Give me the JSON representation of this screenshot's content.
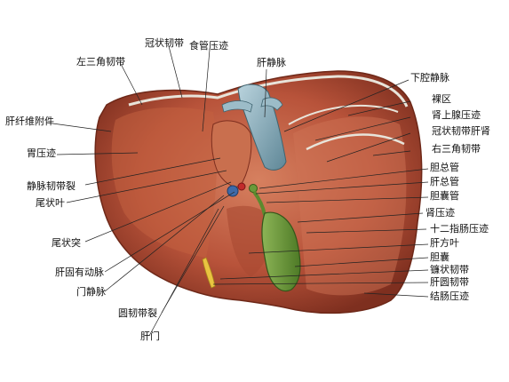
{
  "labels": {
    "coronary_ligament": "冠状韧带",
    "left_triangular_ligament": "左三角韧带",
    "esophageal_impression": "食管压迹",
    "hepatic_veins": "肝静脉",
    "inferior_vena_cava": "下腔静脉",
    "bare_area": "裸区",
    "suprarenal_impression": "肾上腺压迹",
    "hepatorenal_coronary_ligament": "冠状韧带肝肾",
    "right_triangular_ligament": "右三角韧带",
    "fibrous_appendix": "肝纤维附件",
    "gastric_impression": "胃压迹",
    "fissure_ligamentum_venosum": "静脉韧带裂",
    "caudate_lobe": "尾状叶",
    "caudate_process": "尾状突",
    "proper_hepatic_artery": "肝固有动脉",
    "portal_vein": "门静脉",
    "fissure_ligamentum_teres": "圆韧带裂",
    "porta_hepatis": "肝门",
    "common_bile_duct": "胆总管",
    "common_hepatic_duct": "肝总管",
    "cystic_duct": "胆囊管",
    "renal_impression": "肾压迹",
    "duodenal_impression": "十二指肠压迹",
    "quadrate_lobe": "肝方叶",
    "gallbladder": "胆囊",
    "falciform_ligament": "镰状韧带",
    "ligamentum_teres": "肝圆韧带",
    "colic_impression": "结肠压迹"
  },
  "colors": {
    "liver": "#b8533a",
    "liver_dark": "#7e2f1f",
    "liver_light": "#d98a6c",
    "ivc": "#8fb3c2",
    "gallbladder": "#6e9a3c",
    "ligament": "#e8e4da"
  }
}
